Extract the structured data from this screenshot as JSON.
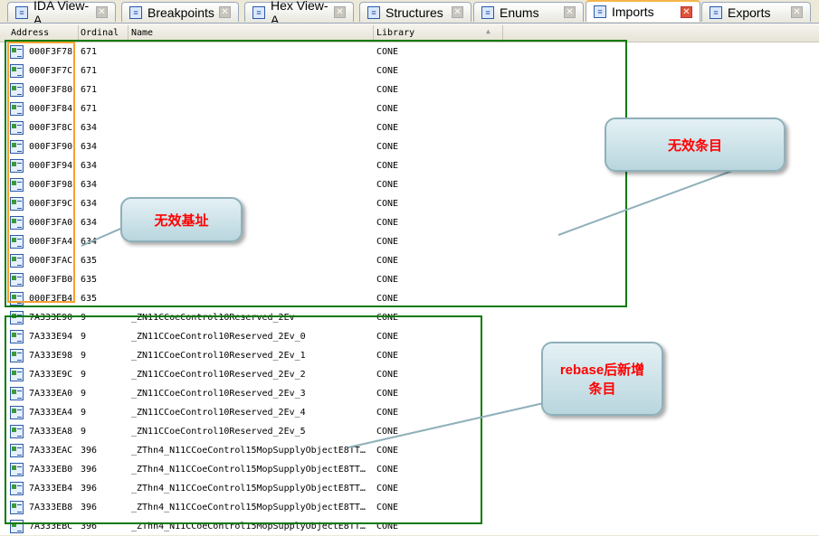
{
  "tabs": [
    {
      "label": "IDA View-A",
      "icon": "ida-view-icon",
      "active": false
    },
    {
      "label": "Breakpoints",
      "icon": "breakpoints-icon",
      "active": false
    },
    {
      "label": "Hex View-A",
      "icon": "hex-view-icon",
      "active": false
    },
    {
      "label": "Structures",
      "icon": "structures-icon",
      "active": false
    },
    {
      "label": "Enums",
      "icon": "enums-icon",
      "active": false
    },
    {
      "label": "Imports",
      "icon": "imports-icon",
      "active": true
    },
    {
      "label": "Exports",
      "icon": "exports-icon",
      "active": false
    }
  ],
  "columns": {
    "address": "Address",
    "ordinal": "Ordinal",
    "name": "Name",
    "library": "Library"
  },
  "rows": [
    [
      "000F3F78",
      "671",
      "",
      "CONE"
    ],
    [
      "000F3F7C",
      "671",
      "",
      "CONE"
    ],
    [
      "000F3F80",
      "671",
      "",
      "CONE"
    ],
    [
      "000F3F84",
      "671",
      "",
      "CONE"
    ],
    [
      "000F3F8C",
      "634",
      "",
      "CONE"
    ],
    [
      "000F3F90",
      "634",
      "",
      "CONE"
    ],
    [
      "000F3F94",
      "634",
      "",
      "CONE"
    ],
    [
      "000F3F98",
      "634",
      "",
      "CONE"
    ],
    [
      "000F3F9C",
      "634",
      "",
      "CONE"
    ],
    [
      "000F3FA0",
      "634",
      "",
      "CONE"
    ],
    [
      "000F3FA4",
      "634",
      "",
      "CONE"
    ],
    [
      "000F3FAC",
      "635",
      "",
      "CONE"
    ],
    [
      "000F3FB0",
      "635",
      "",
      "CONE"
    ],
    [
      "000F3FB4",
      "635",
      "",
      "CONE"
    ],
    [
      "7A333E90",
      "9",
      "_ZN11CCoeControl10Reserved_2Ev",
      "CONE"
    ],
    [
      "7A333E94",
      "9",
      "_ZN11CCoeControl10Reserved_2Ev_0",
      "CONE"
    ],
    [
      "7A333E98",
      "9",
      "_ZN11CCoeControl10Reserved_2Ev_1",
      "CONE"
    ],
    [
      "7A333E9C",
      "9",
      "_ZN11CCoeControl10Reserved_2Ev_2",
      "CONE"
    ],
    [
      "7A333EA0",
      "9",
      "_ZN11CCoeControl10Reserved_2Ev_3",
      "CONE"
    ],
    [
      "7A333EA4",
      "9",
      "_ZN11CCoeControl10Reserved_2Ev_4",
      "CONE"
    ],
    [
      "7A333EA8",
      "9",
      "_ZN11CCoeControl10Reserved_2Ev_5",
      "CONE"
    ],
    [
      "7A333EAC",
      "396",
      "_ZThn4_N11CCoeControl15MopSupplyObjectE8TT…",
      "CONE"
    ],
    [
      "7A333EB0",
      "396",
      "_ZThn4_N11CCoeControl15MopSupplyObjectE8TT…",
      "CONE"
    ],
    [
      "7A333EB4",
      "396",
      "_ZThn4_N11CCoeControl15MopSupplyObjectE8TT…",
      "CONE"
    ],
    [
      "7A333EB8",
      "396",
      "_ZThn4_N11CCoeControl15MopSupplyObjectE8TT…",
      "CONE"
    ],
    [
      "7A333EBC",
      "396",
      "_ZThn4_N11CCoeControl15MopSupplyObjectE8TT…",
      "CONE"
    ]
  ],
  "annotations": {
    "invalid_base": "无效基址",
    "invalid_entries": "无效条目",
    "rebase_new": "rebase后新增条目"
  },
  "colors": {
    "green_box": "#0a7a0a",
    "orange_box": "#f7a030",
    "callout_text": "#ff0000"
  }
}
